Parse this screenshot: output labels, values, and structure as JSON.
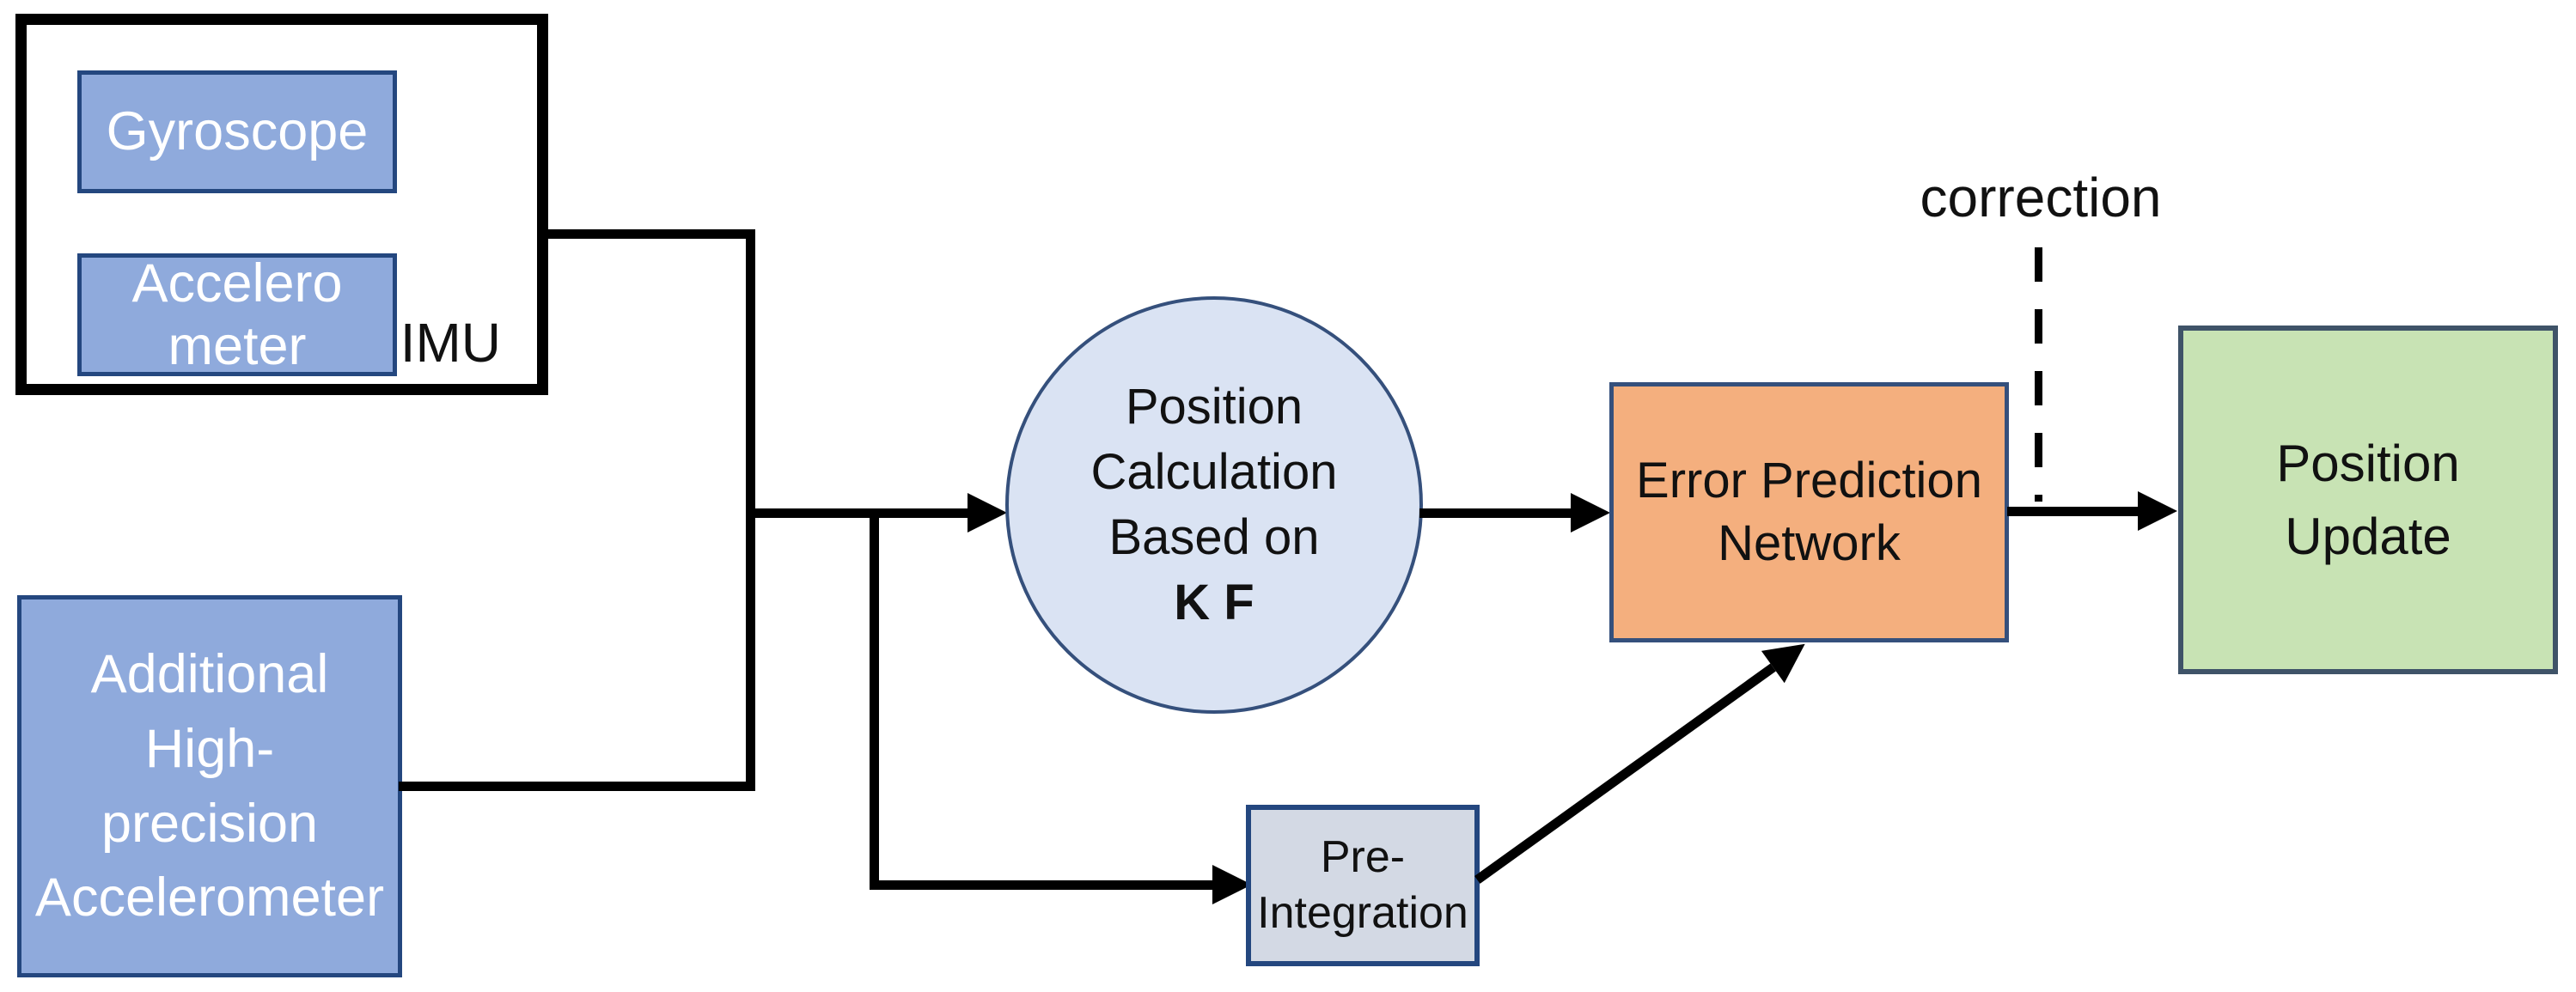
{
  "diagram": {
    "imu_group": {
      "label": "IMU",
      "sensors": [
        {
          "label": "Gyroscope"
        },
        {
          "label": "Accelero\nmeter"
        }
      ]
    },
    "additional_sensor": {
      "label": "Additional High-\nprecision\nAccelerometer"
    },
    "kf_node": {
      "lines": "Position\nCalculation\nBased on",
      "bold_line": "K F"
    },
    "pre_integration": {
      "label": "Pre-\nIntegration"
    },
    "error_network": {
      "label": "Error Prediction\nNetwork"
    },
    "position_update": {
      "label": "Position\nUpdate"
    },
    "correction_label": "correction"
  },
  "colors": {
    "background": "#ffffff",
    "sensor_fill": "#8faadc",
    "sensor_border": "#24477f",
    "sensor_text": "#ffffff",
    "imu_outline": "#000000",
    "kf_circle_fill": "#dae3f3",
    "kf_circle_border": "#35507c",
    "pre_integration_fill": "#d3d9e4",
    "error_network_fill": "#f4af7e",
    "position_update_fill": "#c8e3b4",
    "position_update_border": "#3f5368",
    "connector": "#000000",
    "label_text": "#111111"
  }
}
